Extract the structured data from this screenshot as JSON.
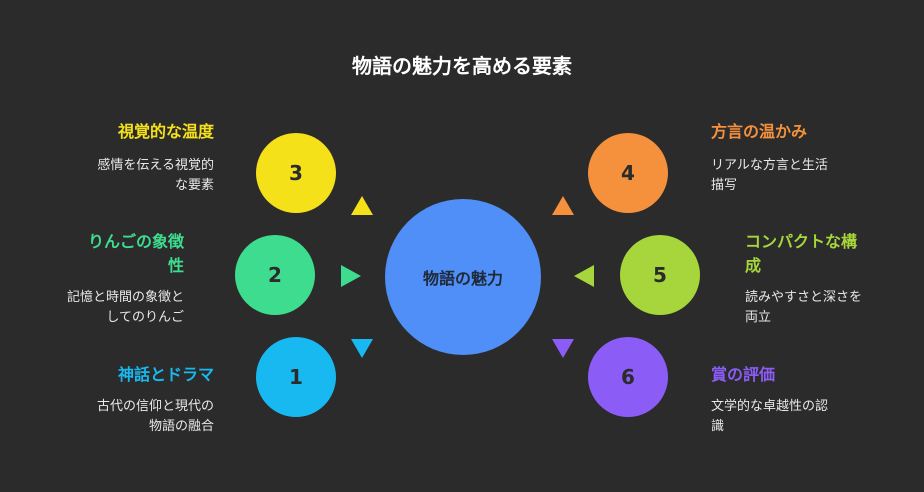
{
  "title": "物語の魅力を高める要素",
  "center_label": "物語の魅力",
  "colors": {
    "background": "#2b2b2b",
    "center": "#4f8ff7",
    "n1": "#18b9f0",
    "n2": "#3ddc8f",
    "n3": "#f5e11a",
    "n4": "#f5913c",
    "n5": "#a6d63c",
    "n6": "#8b5cf6"
  },
  "items": [
    {
      "number": "1",
      "title": "神話とドラマ",
      "desc_lines": [
        "古代の信仰と現代の",
        "物語の融合"
      ]
    },
    {
      "number": "2",
      "title_lines": [
        "りんごの象徴",
        "性"
      ],
      "desc_lines": [
        "記憶と時間の象徴と",
        "してのりんご"
      ]
    },
    {
      "number": "3",
      "title": "視覚的な温度",
      "desc_lines": [
        "感情を伝える視覚的",
        "な要素"
      ]
    },
    {
      "number": "4",
      "title": "方言の温かみ",
      "desc_lines": [
        "リアルな方言と生活",
        "描写"
      ]
    },
    {
      "number": "5",
      "title_lines": [
        "コンパクトな構",
        "成"
      ],
      "desc_lines": [
        "読みやすさと深さを",
        "両立"
      ]
    },
    {
      "number": "6",
      "title": "賞の評価",
      "desc_lines": [
        "文学的な卓越性の認",
        "識"
      ]
    }
  ]
}
